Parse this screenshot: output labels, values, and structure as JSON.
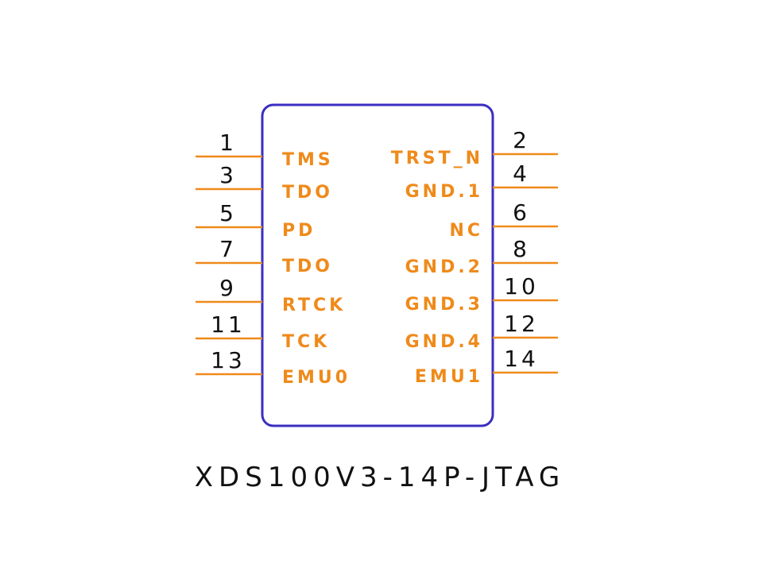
{
  "title": "XDS100V3-14P-JTAG",
  "colors": {
    "body_outline": "#3a2fc0",
    "pins": "#ef8a1a",
    "numbers": "#111111"
  },
  "left_pins": [
    {
      "number": "1",
      "label": "TMS"
    },
    {
      "number": "3",
      "label": "TDO"
    },
    {
      "number": "5",
      "label": "PD"
    },
    {
      "number": "7",
      "label": "TDO"
    },
    {
      "number": "9",
      "label": "RTCK"
    },
    {
      "number": "11",
      "label": "TCK"
    },
    {
      "number": "13",
      "label": "EMU0"
    }
  ],
  "right_pins": [
    {
      "number": "2",
      "label": "TRST_N"
    },
    {
      "number": "4",
      "label": "GND.1"
    },
    {
      "number": "6",
      "label": "NC"
    },
    {
      "number": "8",
      "label": "GND.2"
    },
    {
      "number": "10",
      "label": "GND.3"
    },
    {
      "number": "12",
      "label": "GND.4"
    },
    {
      "number": "14",
      "label": "EMU1"
    }
  ]
}
